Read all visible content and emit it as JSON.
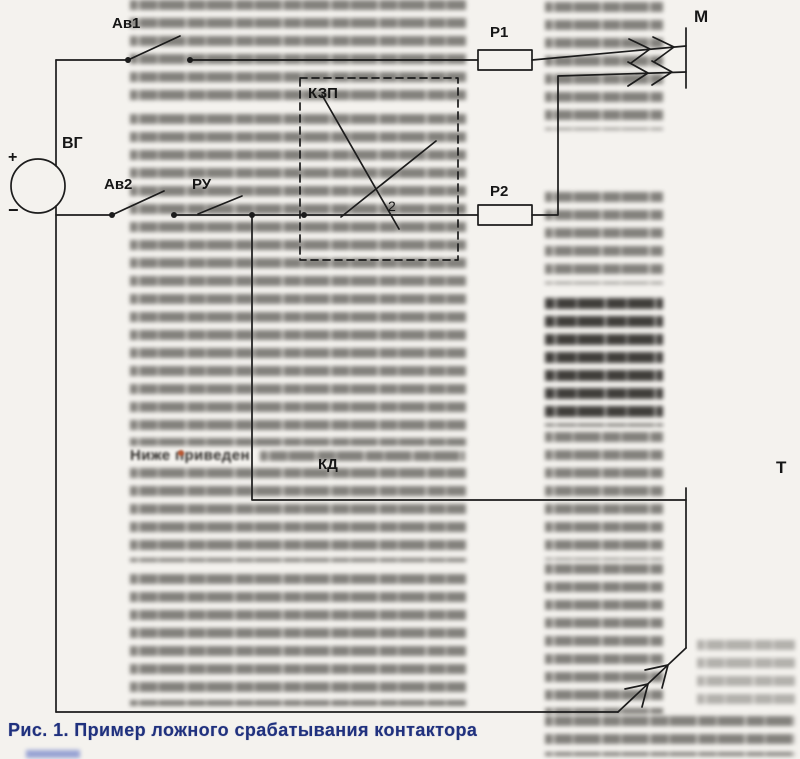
{
  "page": {
    "background": "#f4f2ee",
    "ink_color": "#1c1c1c",
    "caption": {
      "text": "Рис. 1. Пример ложного срабатывания контактора",
      "color": "#20317e"
    },
    "visible_text_fragment": "Ниже приведен"
  },
  "diagram": {
    "labels": {
      "generator": "ВГ",
      "plus": "+",
      "minus": "−",
      "breaker1": "Ав1",
      "breaker2": "Ав2",
      "relay_contact": "РУ",
      "protection_unit": "КЗП",
      "contact_no": "2",
      "resistor1": "Р1",
      "resistor2": "Р2",
      "motor": "М",
      "load_t": "Т",
      "contactor": "КД"
    }
  }
}
